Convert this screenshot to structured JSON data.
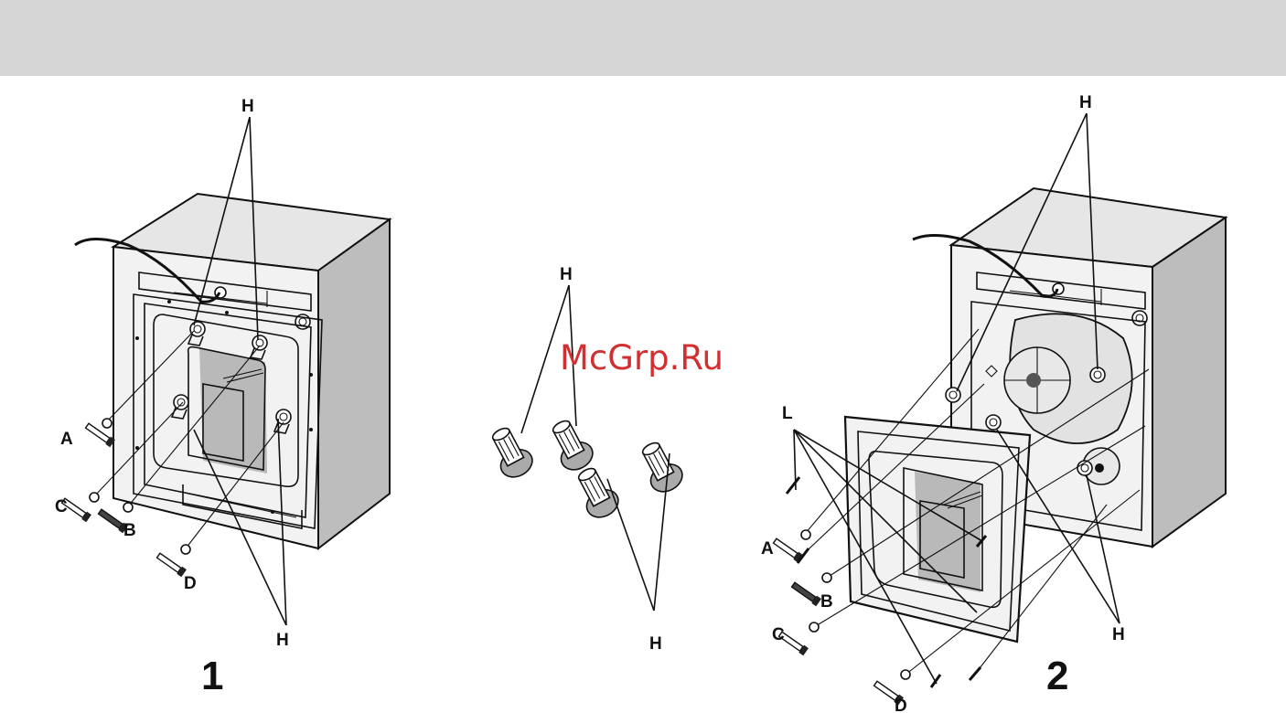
{
  "watermark": "McGrp.Ru",
  "figure1": {
    "number": "1",
    "labels": {
      "h_top": "H",
      "h_bottom": "H",
      "a": "A",
      "b": "B",
      "c": "C",
      "d": "D"
    }
  },
  "middle": {
    "labels": {
      "h_top": "H",
      "h_bottom": "H"
    }
  },
  "figure2": {
    "number": "2",
    "labels": {
      "h_top": "H",
      "h_bottom": "H",
      "l": "L",
      "a": "A",
      "b": "B",
      "c": "C",
      "d": "D"
    }
  }
}
